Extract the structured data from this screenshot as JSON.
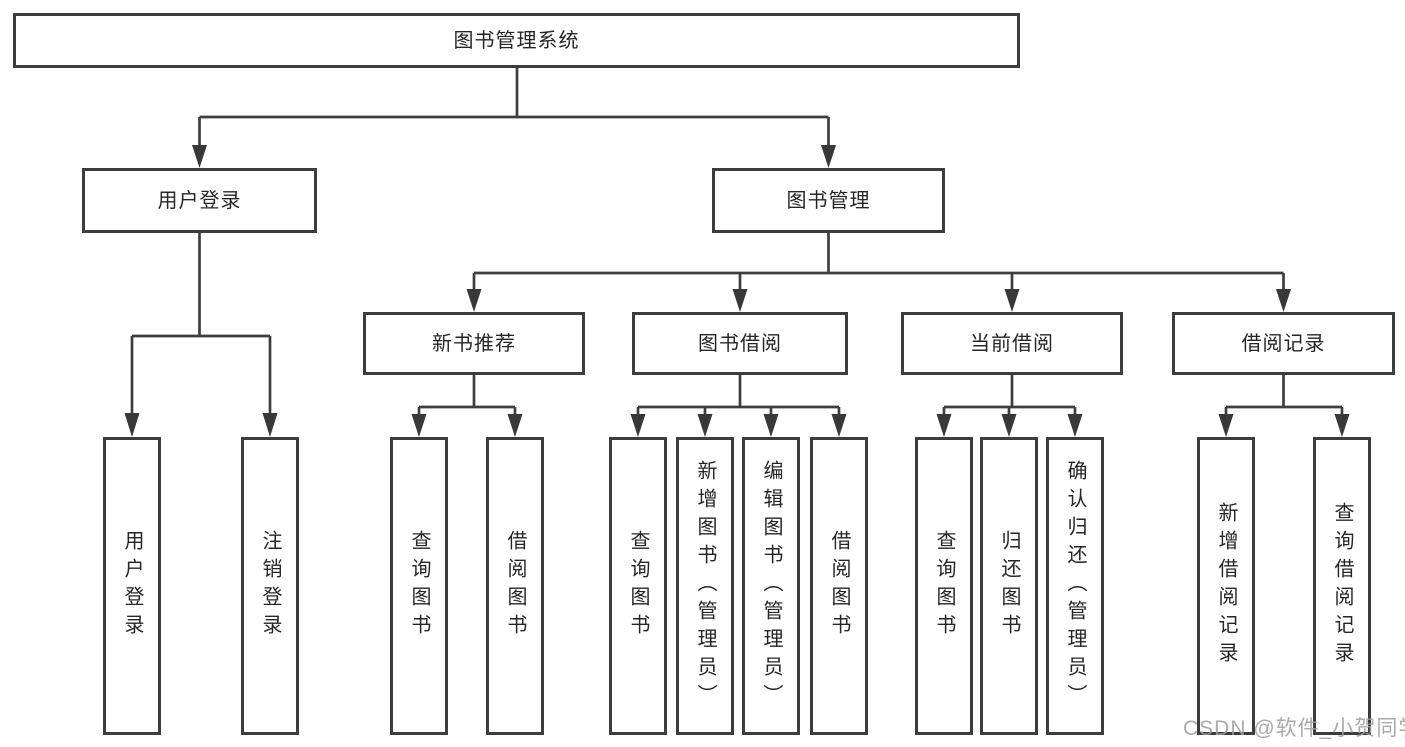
{
  "diagram_title": "图书管理系统",
  "watermark": "CSDN @软件_小贺同学",
  "colors": {
    "background": "#ffffff",
    "line": "#3e3e3e",
    "box_border": "#3c3c3c",
    "text": "#262626",
    "watermark_text": "#9e9e9e"
  },
  "tree": {
    "label": "图书管理系统",
    "children": [
      {
        "label": "用户登录",
        "children": [
          {
            "label": "用户登录"
          },
          {
            "label": "注销登录"
          }
        ]
      },
      {
        "label": "图书管理",
        "children": [
          {
            "label": "新书推荐",
            "children": [
              {
                "label": "查询图书"
              },
              {
                "label": "借阅图书"
              }
            ]
          },
          {
            "label": "图书借阅",
            "children": [
              {
                "label": "查询图书"
              },
              {
                "label": "新增图书（管理员）"
              },
              {
                "label": "编辑图书（管理员）"
              },
              {
                "label": "借阅图书"
              }
            ]
          },
          {
            "label": "当前借阅",
            "children": [
              {
                "label": "查询图书"
              },
              {
                "label": "归还图书"
              },
              {
                "label": "确认归还（管理员）"
              }
            ]
          },
          {
            "label": "借阅记录",
            "children": [
              {
                "label": "新增借阅记录"
              },
              {
                "label": "查询借阅记录"
              }
            ]
          }
        ]
      }
    ]
  }
}
